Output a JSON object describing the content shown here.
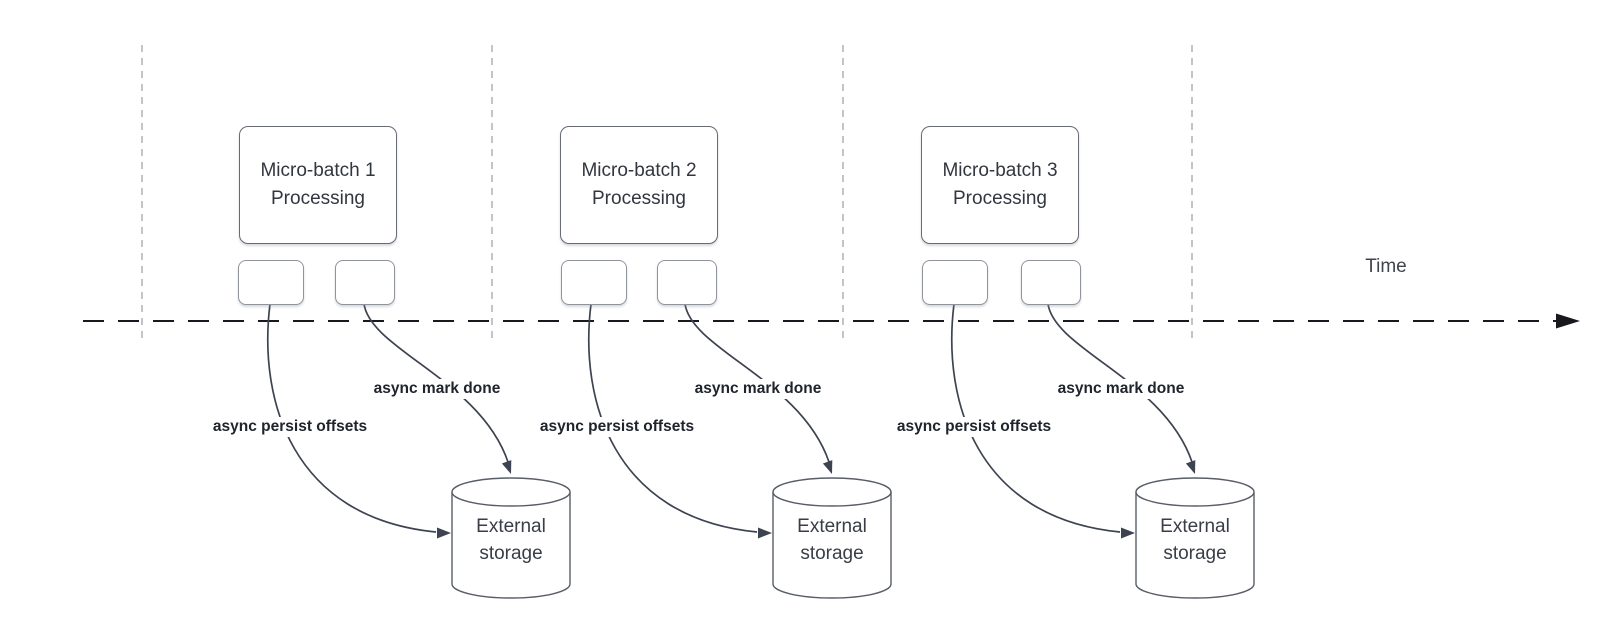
{
  "diagram": {
    "time_axis_label": "Time",
    "batches": [
      {
        "box_line1": "Micro-batch 1",
        "box_line2": "Processing",
        "persist_arrow_label": "async persist offsets",
        "mark_done_arrow_label": "async mark done",
        "storage_line1": "External",
        "storage_line2": "storage"
      },
      {
        "box_line1": "Micro-batch 2",
        "box_line2": "Processing",
        "persist_arrow_label": "async persist offsets",
        "mark_done_arrow_label": "async mark done",
        "storage_line1": "External",
        "storage_line2": "storage"
      },
      {
        "box_line1": "Micro-batch 3",
        "box_line2": "Processing",
        "persist_arrow_label": "async persist offsets",
        "mark_done_arrow_label": "async mark done",
        "storage_line1": "External",
        "storage_line2": "storage"
      }
    ],
    "colors": {
      "background": "#ffffff",
      "box_border": "#666b74",
      "small_box_border": "#8f939b",
      "guide_line": "#b4b6bb",
      "timeline": "#17191e",
      "arrow": "#3d4350",
      "label_text": "#20242c",
      "box_text": "#32363f"
    }
  }
}
